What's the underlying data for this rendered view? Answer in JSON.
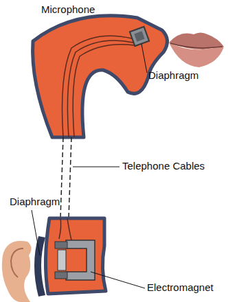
{
  "diagram": {
    "labels": [
      "Microphone",
      "Diaphragm",
      "Telephone Cables",
      "Diaphragm",
      "Electromagnet"
    ]
  }
}
